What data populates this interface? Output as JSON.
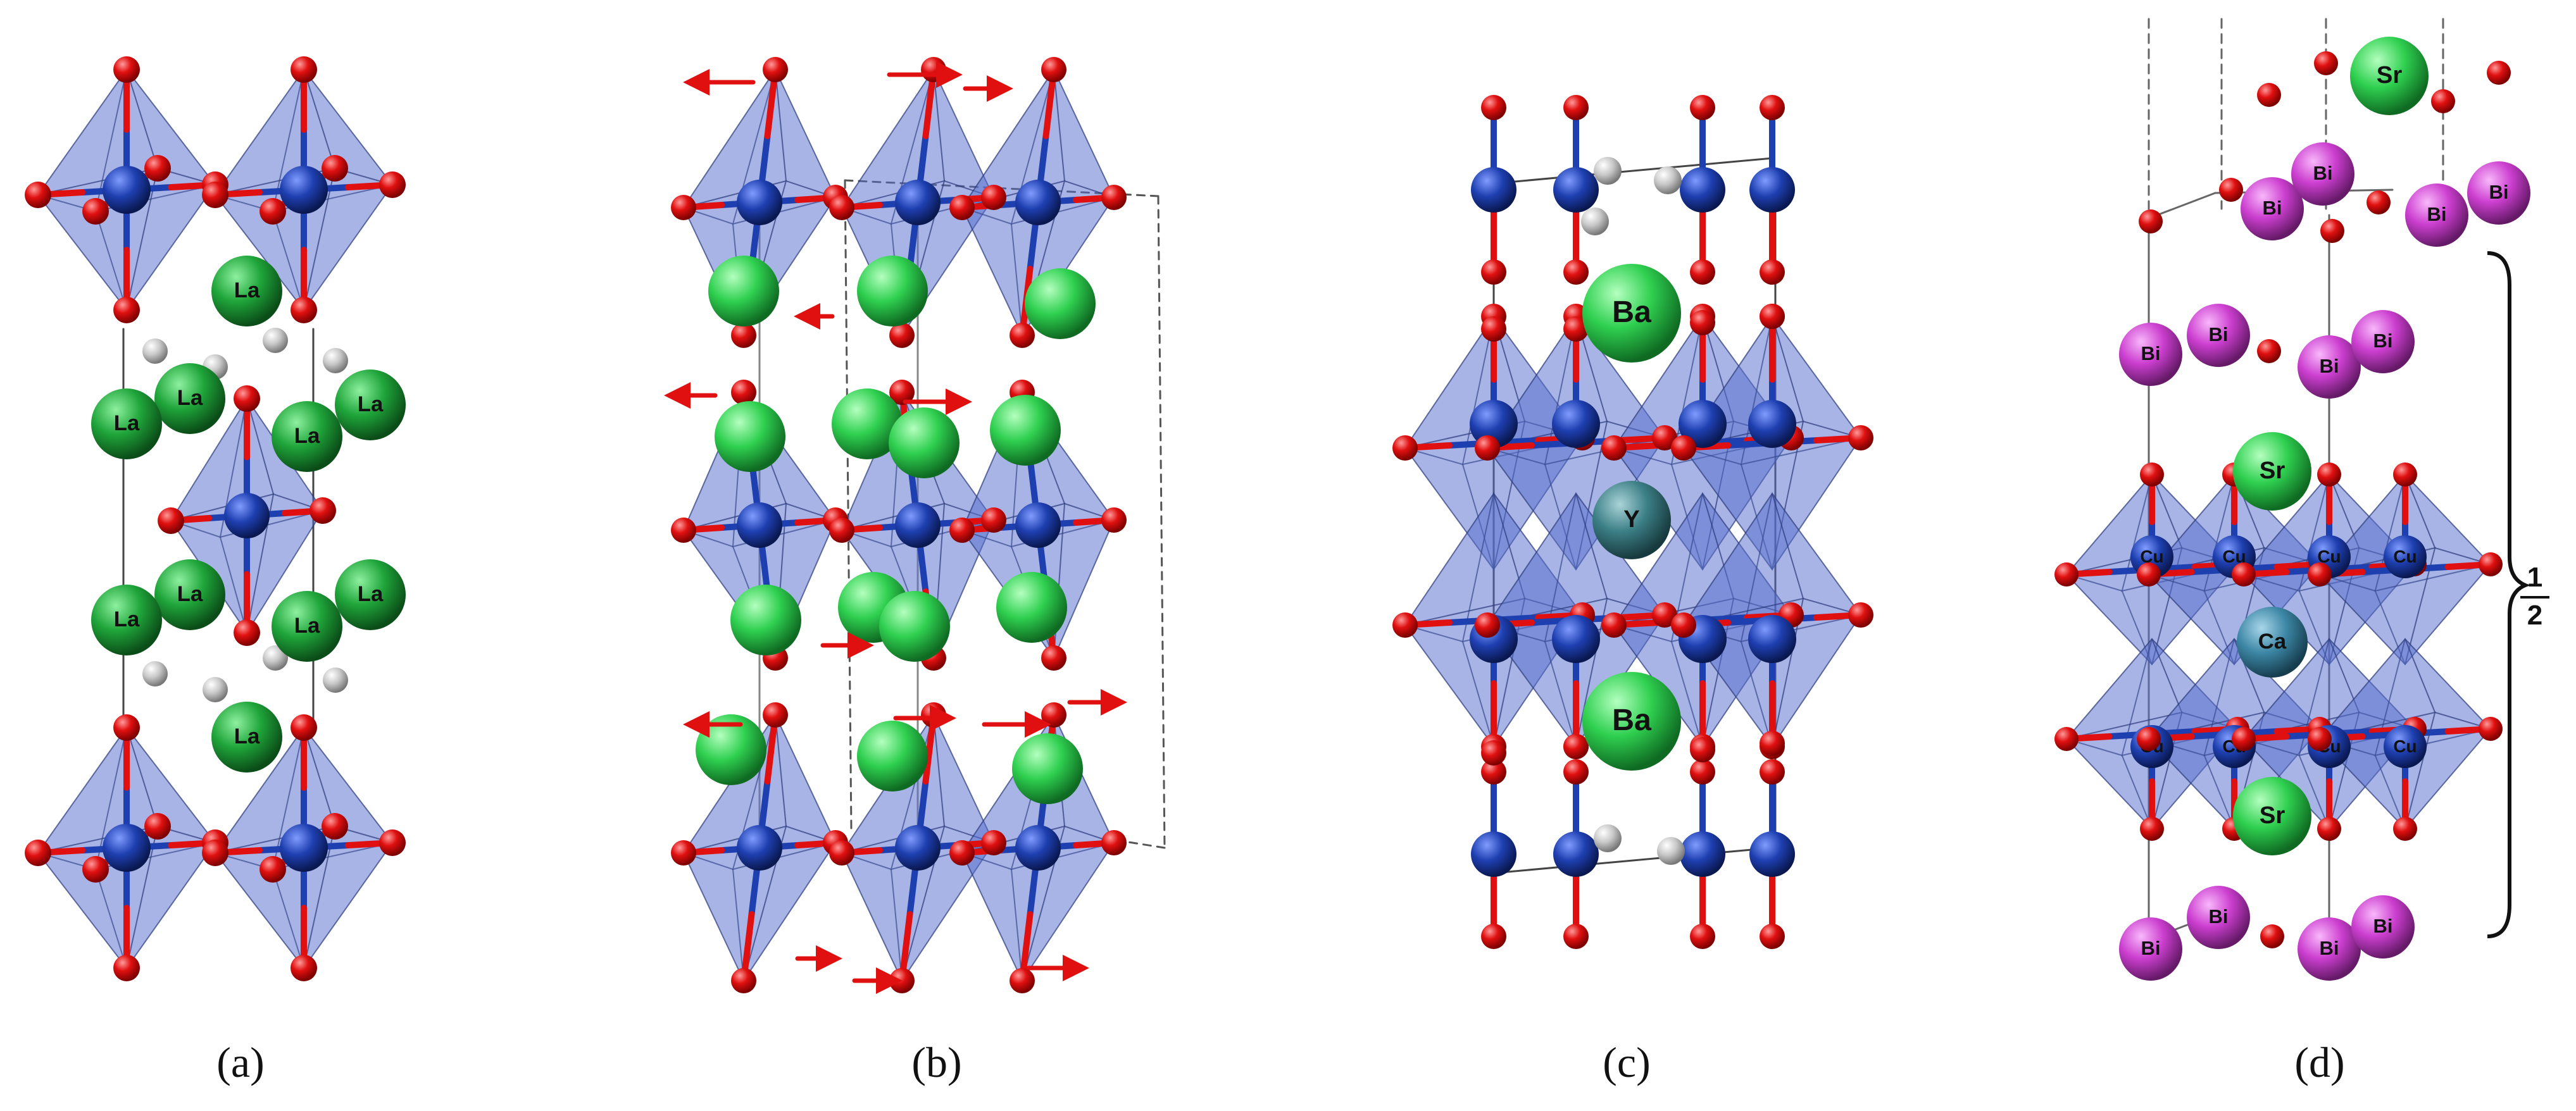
{
  "panels": [
    {
      "caption": "(a)"
    },
    {
      "caption": "(b)"
    },
    {
      "caption": "(c)"
    },
    {
      "caption": "(d)"
    }
  ],
  "atom_labels": {
    "la": "La",
    "ba": "Ba",
    "y": "Y",
    "sr": "Sr",
    "ca": "Ca",
    "bi": "Bi",
    "cu": "Cu"
  },
  "fraction": {
    "numerator": "1",
    "denominator": "2"
  },
  "colors": {
    "oxygen": "#e01010",
    "b_site": "#1e3fb0",
    "polyhedron": "#5b78d6",
    "la": "#1fa53a",
    "ba": "#2fd050",
    "y": "#3c7f86",
    "sr": "#22c845",
    "ca": "#3d87a6",
    "bi": "#cc3fd0",
    "hydrogen": "#c8c8c8",
    "arrow": "#e01010"
  }
}
